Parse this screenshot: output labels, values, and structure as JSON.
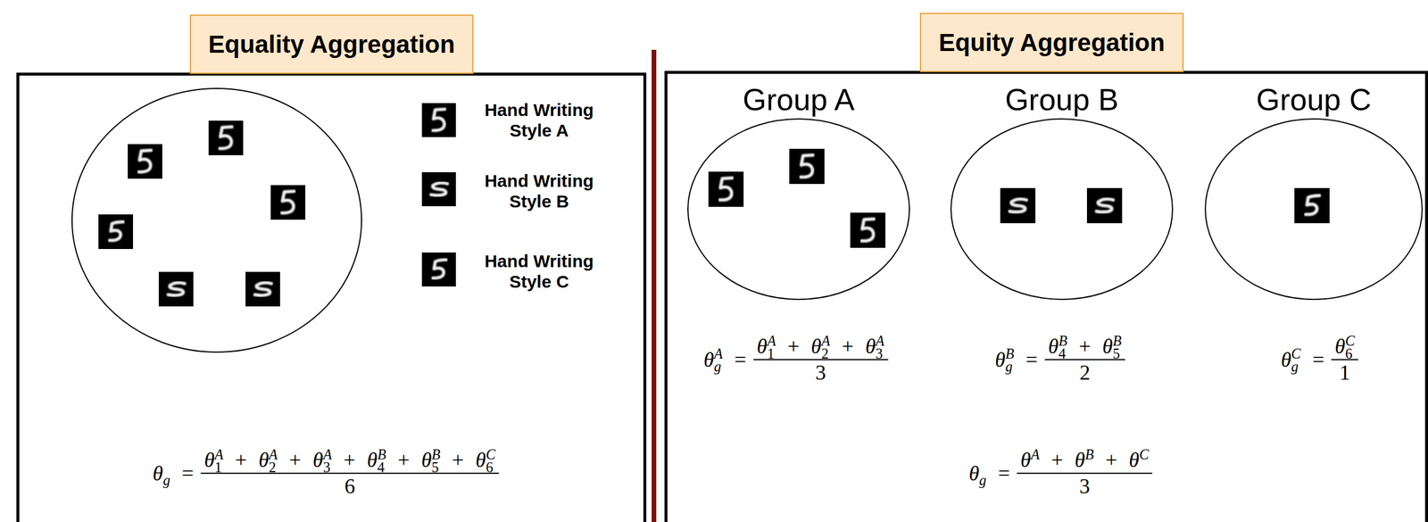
{
  "diagram": {
    "nodes": [
      {
        "text": [
          "Equality Aggregation"
        ]
      },
      {
        "text": [
          "Equity Aggregation"
        ]
      },
      {
        "text": [
          "Group A"
        ],
        "in": 1
      },
      {
        "text": [
          "Group B"
        ],
        "in": 1
      },
      {
        "text": [
          "Group C"
        ],
        "in": 1
      }
    ],
    "labels": [
      "θg =",
      "θ1A + θ2A + θ3A + θ4B + θ5B + θ6C",
      "6",
      "θgA =",
      "θ1A + θ2A + θ3A",
      "3",
      "θgB =",
      "θ4B + θ5B",
      "2",
      "θgC =",
      "θ6C",
      "1",
      "θg =",
      "θA + θB + θC",
      "3"
    ],
    "legend": [
      {
        "text": "Hand Writing Style A"
      },
      {
        "text": "Hand Writing Style B"
      },
      {
        "text": "Hand Writing Style C"
      }
    ]
  }
}
